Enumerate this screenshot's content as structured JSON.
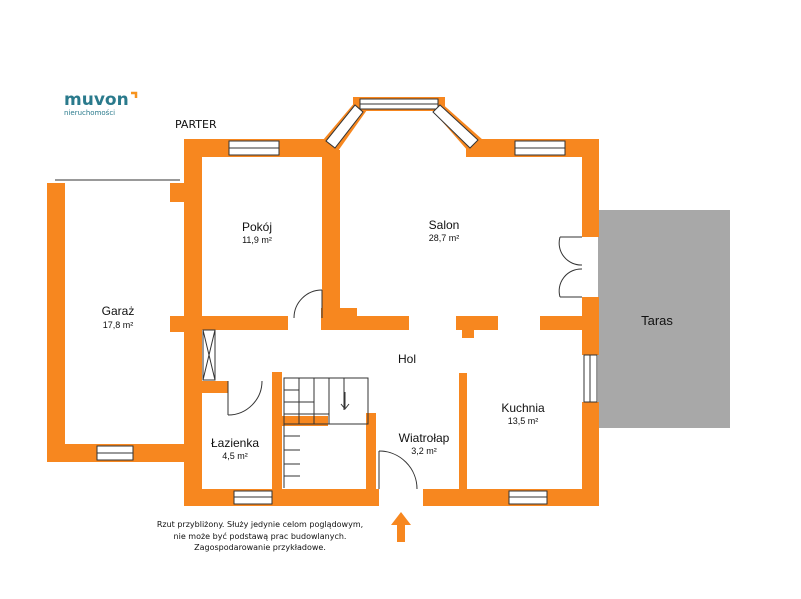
{
  "logo": {
    "name": "muvon",
    "tagline": "nieruchomości",
    "colors": {
      "text": "#2a7a8c",
      "accent": "#f7931e"
    }
  },
  "floor_label": "PARTER",
  "rooms": [
    {
      "id": "garaz",
      "name": "Garaż",
      "area": "17,8 m²"
    },
    {
      "id": "pokoj",
      "name": "Pokój",
      "area": "11,9 m²"
    },
    {
      "id": "salon",
      "name": "Salon",
      "area": "28,7 m²"
    },
    {
      "id": "hol",
      "name": "Hol",
      "area": ""
    },
    {
      "id": "kuchnia",
      "name": "Kuchnia",
      "area": "13,5 m²"
    },
    {
      "id": "lazienka",
      "name": "Łazienka",
      "area": "4,5 m²"
    },
    {
      "id": "wiatrolap",
      "name": "Wiatrołap",
      "area": "3,2 m²"
    },
    {
      "id": "taras",
      "name": "Taras",
      "area": ""
    }
  ],
  "disclaimer": [
    "Rzut przybliżony. Służy jedynie celom poglądowym,",
    "nie może być podstawą prac budowlanych.",
    "Zagospodarowanie przykładowe."
  ],
  "colors": {
    "wall": "#f7871f",
    "terrace": "#a8a8a8",
    "text": "#111111"
  },
  "icons": {
    "entrance": "entrance-arrow-icon"
  }
}
